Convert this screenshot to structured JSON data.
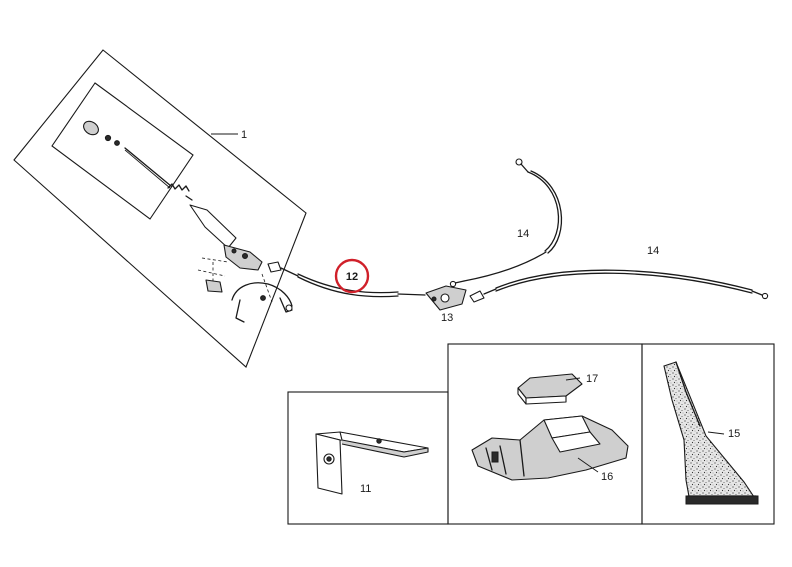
{
  "callouts": {
    "c1": "1",
    "c11": "11",
    "c12": "12",
    "c13": "13",
    "c14a": "14",
    "c14b": "14",
    "c15": "15",
    "c16": "16",
    "c17": "17"
  },
  "highlight": {
    "part": "12",
    "color": "#d0202a"
  }
}
